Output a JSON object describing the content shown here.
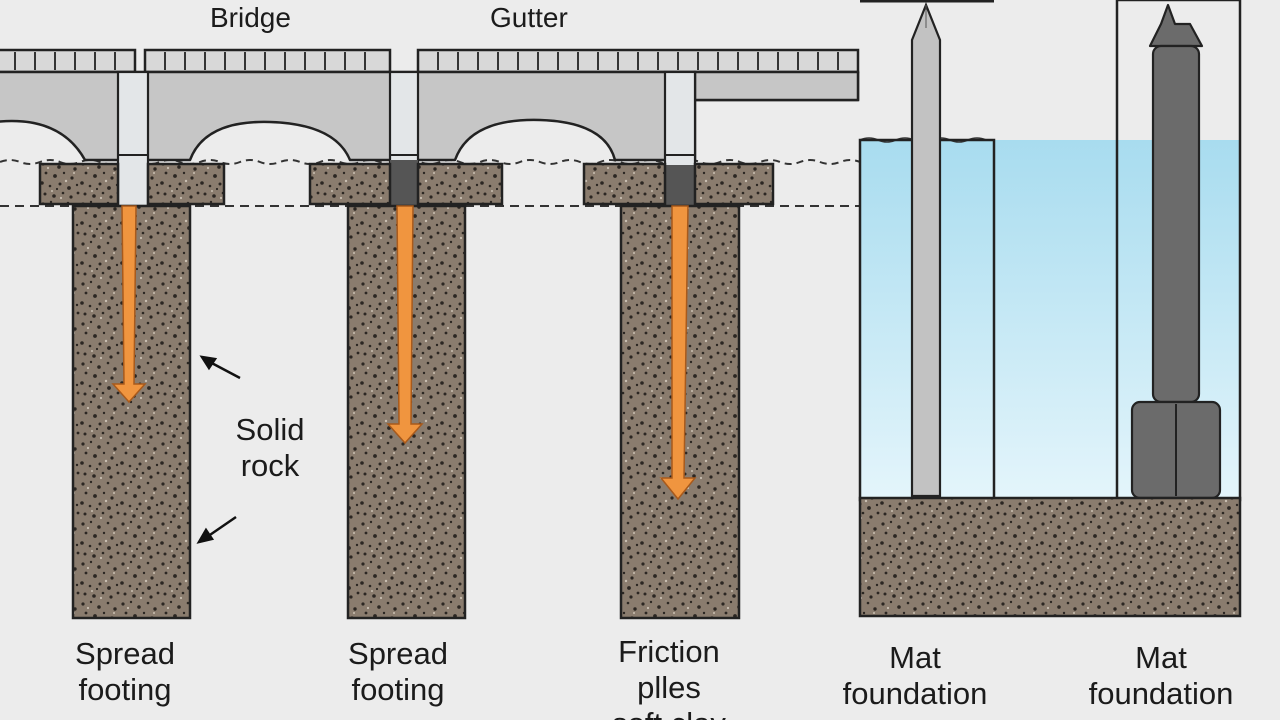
{
  "labels": {
    "bridge": "Bridge",
    "gutter": "Gutter",
    "solid_rock_line1": "Solid",
    "solid_rock_line2": "rock"
  },
  "captions": [
    {
      "line1": "Spread",
      "line2": "footing",
      "line3": ""
    },
    {
      "line1": "Spread",
      "line2": "footing",
      "line3": ""
    },
    {
      "line1": "Friction",
      "line2": "plles",
      "line3": "soft clay"
    },
    {
      "line1": "Mat",
      "line2": "foundation",
      "line3": ""
    },
    {
      "line1": "Mat",
      "line2": "foundation",
      "line3": ""
    }
  ],
  "colors": {
    "background": "#ececec",
    "concrete": "#c9c9c9",
    "concrete_light": "#e2e4e6",
    "soil": "#8a7c6e",
    "soil_speck": "#2b2622",
    "load_arrow": "#f0953f",
    "water": "#bfe5f2",
    "pile_light": "#c2c2c2",
    "pile_dark": "#6b6b6b",
    "outline": "#222222"
  }
}
